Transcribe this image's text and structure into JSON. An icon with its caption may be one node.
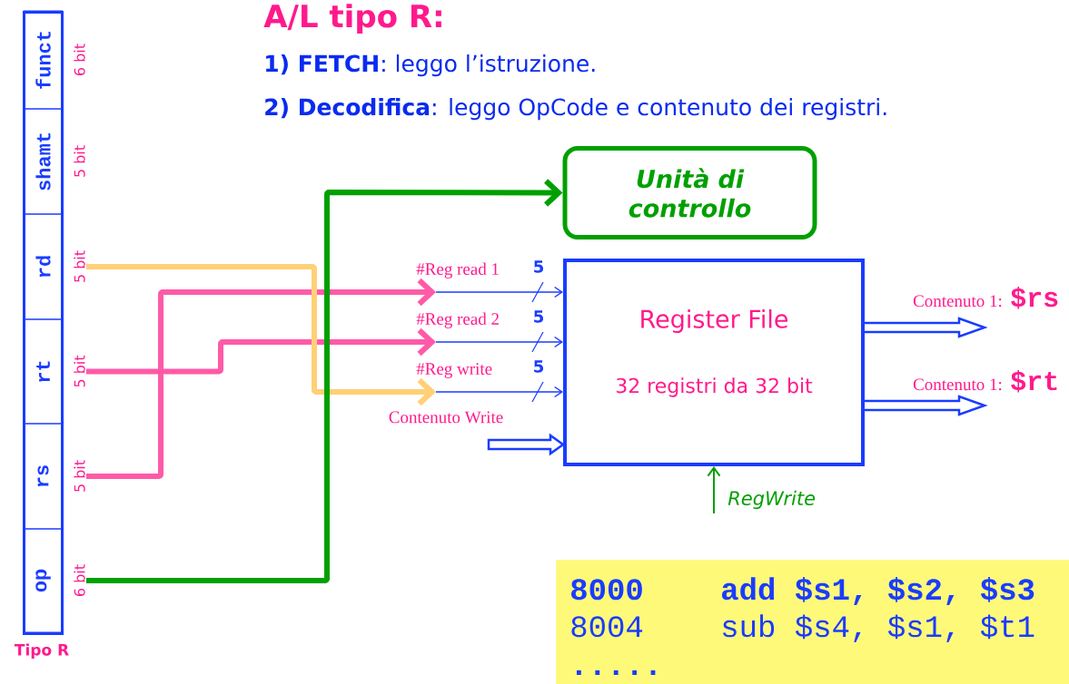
{
  "diagram": {
    "title": "A/L tipo R:",
    "nodes": [
      {
        "text": [
          "Tipo R"
        ]
      },
      {
        "text": [
          "funct"
        ],
        "beside": [
          "6 bit"
        ],
        "in": 0
      },
      {
        "text": [
          "shamt"
        ],
        "beside": [
          "5 bit"
        ],
        "in": 0
      },
      {
        "text": [
          "rd"
        ],
        "beside": [
          "5 bit"
        ],
        "in": 0
      },
      {
        "text": [
          "rt"
        ],
        "beside": [
          "5 bit"
        ],
        "in": 0
      },
      {
        "text": [
          "rs"
        ],
        "beside": [
          "5 bit"
        ],
        "in": 0
      },
      {
        "text": [
          "op"
        ],
        "beside": [
          "6 bit"
        ],
        "in": 0
      },
      {
        "text": [
          "Unità di controllo"
        ]
      },
      {
        "text": [
          "#Reg read 1"
        ]
      },
      {
        "text": [
          "#Reg read 2"
        ]
      },
      {
        "text": [
          "#Reg write"
        ]
      },
      {
        "text": [
          "Register File",
          "32 registri da 32 bit"
        ]
      },
      {
        "text": [
          "8000",
          "add $s1, $s2, $s3",
          "8004",
          "sub $s4, $s1, $t1",
          "....."
        ]
      }
    ],
    "edges": [
      {
        "from": 5,
        "to": 8,
        "arrow": "to",
        "style": "thick",
        "color": "#ff5aa8"
      },
      {
        "from": 4,
        "to": 9,
        "arrow": "to",
        "style": "thick",
        "color": "#ff5aa8"
      },
      {
        "from": 3,
        "to": 10,
        "arrow": "to",
        "style": "thick",
        "color": "#ffd077"
      },
      {
        "from": 6,
        "to": 7,
        "arrow": "to",
        "style": "thick",
        "color": "#00a000"
      },
      {
        "from": 8,
        "to": 11,
        "arrow": "to",
        "label": "5"
      },
      {
        "from": 9,
        "to": 11,
        "arrow": "to",
        "label": "5"
      },
      {
        "from": 10,
        "to": 11,
        "arrow": "to",
        "label": "5"
      },
      {
        "from": null,
        "to": 11,
        "arrow": "to",
        "label": "Contenuto Write",
        "style": "thick"
      },
      {
        "from": null,
        "to": 11,
        "arrow": "to",
        "label": "RegWrite",
        "color": "#00a000"
      },
      {
        "from": 11,
        "to": null,
        "arrow": "to",
        "style": "thick"
      },
      {
        "from": 11,
        "to": null,
        "arrow": "to",
        "style": "thick"
      }
    ],
    "labels": [
      "**1) FETCH**: leggo l’istruzione.",
      "**2) Decodifica**: leggo OpCode e contenuto dei registri.",
      "Contenuto 1:",
      "$rs",
      "Contenuto 1:",
      "$rt"
    ]
  }
}
